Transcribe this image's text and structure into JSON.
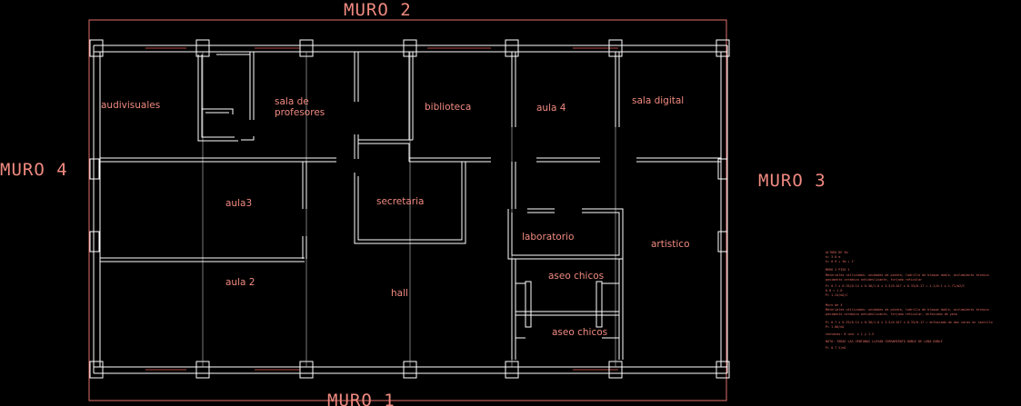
{
  "wall_labels": {
    "top": "MURO 2",
    "bottom": "MURO 1",
    "left": "MURO 4",
    "right": "MURO 3"
  },
  "rooms": {
    "audiovisuales": "audivisuales",
    "sala_profesores_1": "sala de",
    "sala_profesores_2": "profesores",
    "biblioteca": "biblioteca",
    "aula4": "aula 4",
    "sala_digital": "sala digital",
    "aula3": "aula3",
    "secretaria": "secretaria",
    "laboratorio": "laboratorio",
    "artistico": "artistico",
    "aula2": "aula 2",
    "hall": "hall",
    "aseo_chicos_1": "aseo chicos",
    "aseo_chicos_2": "aseo chicos"
  },
  "notes": [
    "ALTURA DE 3m",
    "h= 3.0 m",
    "h= 0.9 + 3m + 1'",
    "MURO 2 PISO 1",
    "Materiales utilizados: unidades de piedra, ladrillo de bloque doble, aislamiento termico",
    "pavimento ceramico antideslizante, forjado reticular",
    "P= 0.7 x 0.33/0.14 x 0.30/1.0 x 3.5/0.017 x 0.33/0.17 = 1.1/0.1 x 1.71/m2/C",
    "0.0 = 1.0",
    "P= 1.24/m2/C",
    "Muro de 4",
    "Materiales utilizados: unidades de piedra, ladrillo de bloque doble, aislamiento termico",
    "pavimento ceramico antideslizante, forjado reticular, enfoscado de yeso",
    "P= 0.7 x 0.33/0.14 x 0.30/1.0 x 3.5/0.017 x 0.33/0.17 = enfoscado de dos caras en ladrillo",
    "P= 1.00/m2",
    "ventanas: 8 und. x 1 y 1.5",
    "NOTA: TODAS LAS VENTANAS LLEVAN CERRAMIENTO DOBLE DE LUNA DOBLE",
    "P= 0.7 V/m2"
  ]
}
